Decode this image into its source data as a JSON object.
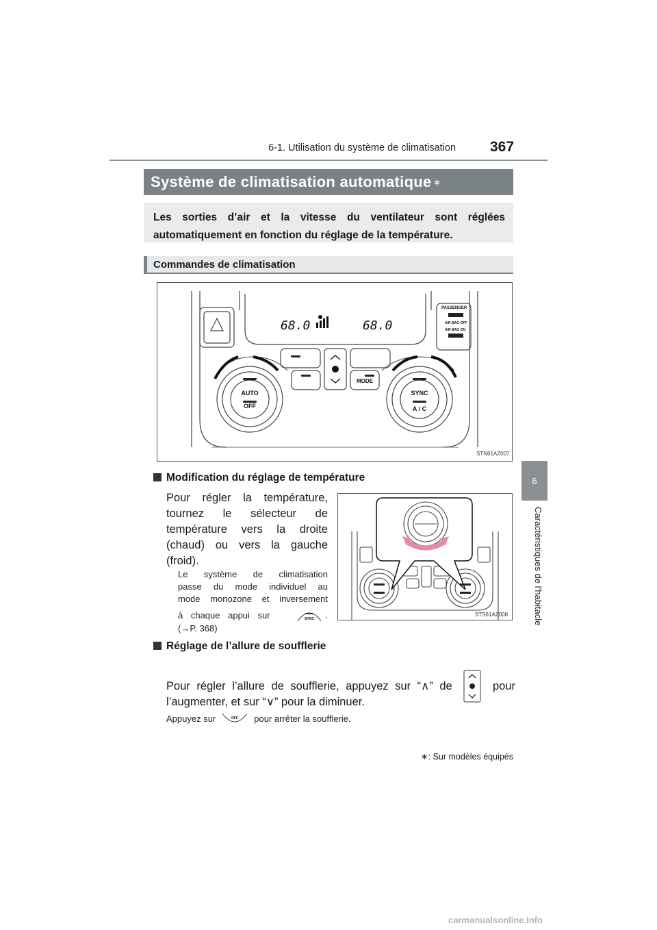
{
  "header": {
    "section": "6-1. Utilisation du système de climatisation",
    "page_number": "367"
  },
  "side_tab": {
    "chapter_number": "6",
    "chapter_title": "Caractéristiques de l’habitacle"
  },
  "title": {
    "text": "Système de climatisation automatique",
    "marker": "∗"
  },
  "intro": "Les sorties d’air et la vitesse du ventilateur sont réglées automatiquement en fonction du réglage de la température.",
  "subheading": "Commandes de climatisation",
  "figure1": {
    "code": "STN61AZ007",
    "display_left_temp": "68.0",
    "display_right_temp": "68.0",
    "passenger_label": "PASSENGER",
    "airbag_off_label": "AIR BAG OFF",
    "airbag_on_label": "AIR BAG ON",
    "auto_label": "AUTO",
    "off_label": "OFF",
    "sync_label": "SYNC",
    "ac_label": "A / C",
    "mode_label": "MODE"
  },
  "section_temperature": {
    "heading": "Modification du réglage de température",
    "lines": [
      "Pour régler la température,",
      "tournez le sélecteur de",
      "température vers la droite",
      "(chaud) ou vers la gauche",
      "(froid)."
    ],
    "note_lines": [
      "Le système de climatisation",
      "passe du mode individuel au",
      "mode monozone et inversement"
    ],
    "note_press_prefix": "à chaque appui sur",
    "note_press_suffix": ".",
    "sync_icon_label": "SYNC",
    "note_ref": "(→P. 368)"
  },
  "figure2": {
    "code": "STS61AZ008"
  },
  "section_fan": {
    "heading": "Réglage de l’allure de soufflerie",
    "line1_prefix": "Pour régler l’allure de soufflerie, appuyez sur “∧” de",
    "line1_suffix": "pour",
    "line2": "l’augmenter, et sur “∨” pour la diminuer.",
    "note_prefix": "Appuyez sur",
    "off_icon_label": "OFF",
    "note_suffix": "pour arrêter la soufflerie."
  },
  "footnote": "∗: Sur modèles équipés",
  "watermark": "carmanualsonline.info"
}
